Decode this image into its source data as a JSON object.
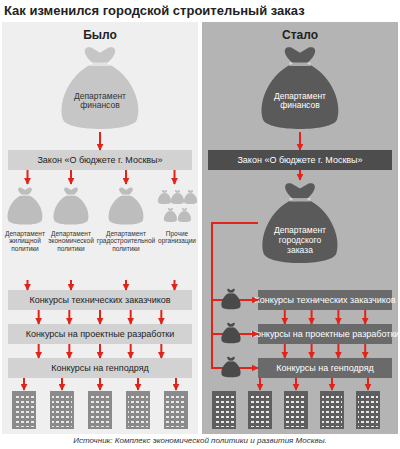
{
  "diagram": {
    "title": "Как изменился городской строительный заказ",
    "caption": "Источник: Комплекс экономической политики и развития Москвы.",
    "nodes": [
      {
        "text": [
          "Было"
        ]
      },
      {
        "text": [
          "Департамент финансов"
        ],
        "in": 0
      },
      {
        "text": [
          "Закон «О бюджете г. Москвы»"
        ],
        "in": 0
      },
      {
        "text": [
          "Департамент жилищной политики"
        ],
        "in": 0
      },
      {
        "text": [
          "Департамент экономической политики"
        ],
        "in": 0
      },
      {
        "text": [
          "Департамент градостроительной политики"
        ],
        "in": 0
      },
      {
        "text": [
          "Прочие организации"
        ],
        "in": 0
      },
      {
        "text": [
          "Конкурсы технических заказчиков"
        ],
        "in": 0
      },
      {
        "text": [
          "Конкурсы на проектные разработки"
        ],
        "in": 0
      },
      {
        "text": [
          "Конкурсы на генподряд"
        ],
        "in": 0
      },
      {
        "text": [
          "Стало"
        ]
      },
      {
        "text": [
          "Департамент финансов"
        ],
        "in": 10
      },
      {
        "text": [
          "Закон «О бюджете г. Москвы»"
        ],
        "in": 10
      },
      {
        "text": [
          "Департамент городского заказа"
        ],
        "in": 10
      },
      {
        "text": [
          "Конкурсы технических заказчиков"
        ],
        "in": 10
      },
      {
        "text": [
          "Конкурсы на проектные разработки"
        ],
        "in": 10
      },
      {
        "text": [
          "Конкурсы на генподряд"
        ],
        "in": 10
      }
    ],
    "edges": [
      {
        "from": 1,
        "to": 2,
        "arrow": "to"
      },
      {
        "from": 2,
        "to": 3,
        "arrow": "to"
      },
      {
        "from": 2,
        "to": 4,
        "arrow": "to"
      },
      {
        "from": 2,
        "to": 5,
        "arrow": "to"
      },
      {
        "from": 2,
        "to": 6,
        "arrow": "to"
      },
      {
        "from": 3,
        "to": 7,
        "arrow": "to"
      },
      {
        "from": 4,
        "to": 7,
        "arrow": "to"
      },
      {
        "from": 5,
        "to": 7,
        "arrow": "to"
      },
      {
        "from": 6,
        "to": 7,
        "arrow": "to"
      },
      {
        "from": 7,
        "to": 8,
        "arrow": "to"
      },
      {
        "from": 7,
        "to": 8,
        "arrow": "to"
      },
      {
        "from": 7,
        "to": 8,
        "arrow": "to"
      },
      {
        "from": 7,
        "to": 8,
        "arrow": "to"
      },
      {
        "from": 7,
        "to": 8,
        "arrow": "to"
      },
      {
        "from": 8,
        "to": 9,
        "arrow": "to"
      },
      {
        "from": 8,
        "to": 9,
        "arrow": "to"
      },
      {
        "from": 8,
        "to": 9,
        "arrow": "to"
      },
      {
        "from": 8,
        "to": 9,
        "arrow": "to"
      },
      {
        "from": 8,
        "to": 9,
        "arrow": "to"
      },
      {
        "from": 11,
        "to": 12,
        "arrow": "to"
      },
      {
        "from": 12,
        "to": 13,
        "arrow": "to"
      },
      {
        "from": 13,
        "to": 14,
        "arrow": "to"
      },
      {
        "from": 13,
        "to": 15,
        "arrow": "to"
      },
      {
        "from": 13,
        "to": 16,
        "arrow": "to"
      },
      {
        "from": 14,
        "to": 15,
        "arrow": "to"
      },
      {
        "from": 14,
        "to": 15,
        "arrow": "to"
      },
      {
        "from": 14,
        "to": 15,
        "arrow": "to"
      },
      {
        "from": 14,
        "to": 15,
        "arrow": "to"
      },
      {
        "from": 15,
        "to": 16,
        "arrow": "to"
      },
      {
        "from": 15,
        "to": 16,
        "arrow": "to"
      },
      {
        "from": 15,
        "to": 16,
        "arrow": "to"
      },
      {
        "from": 15,
        "to": 16,
        "arrow": "to"
      }
    ]
  }
}
